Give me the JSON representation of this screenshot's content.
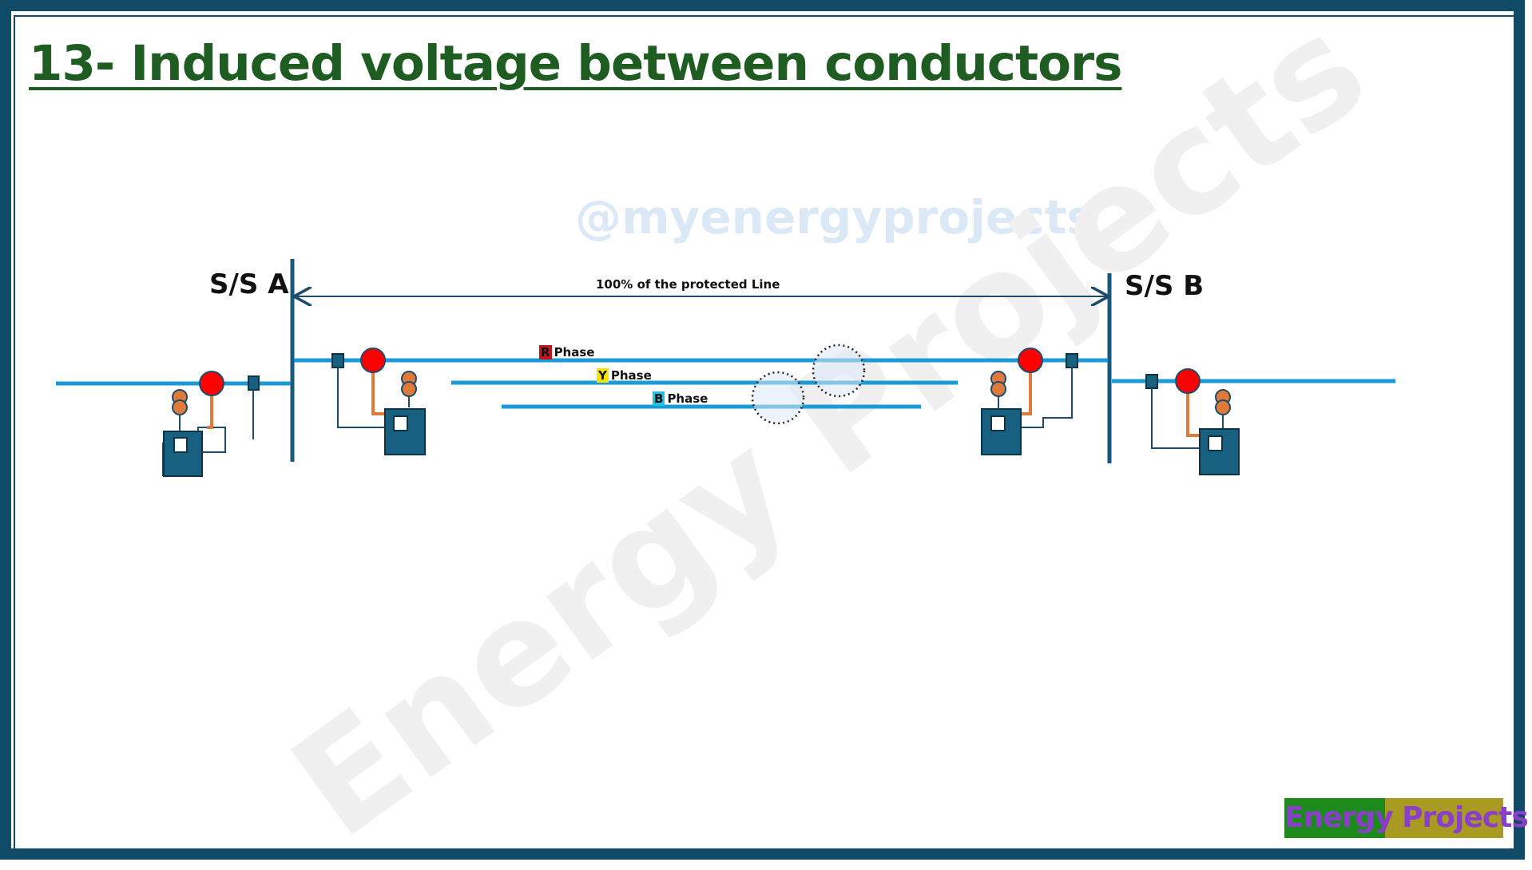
{
  "title": "13- Induced voltage between conductors",
  "watermark": {
    "handle": "@myenergyprojects",
    "text": "Energy Projects"
  },
  "logo": {
    "text": "Energy Projects"
  },
  "substations": {
    "a": "S/S A",
    "b": "S/S B"
  },
  "dimension_label": "100% of the protected Line",
  "phases": [
    {
      "tag": "R",
      "label": "Phase",
      "color": "#c0161c"
    },
    {
      "tag": "Y",
      "label": "Phase",
      "color": "#f2e400"
    },
    {
      "tag": "B",
      "label": "Phase",
      "color": "#1fc3e0"
    }
  ],
  "colors": {
    "frame": "#0f4a66",
    "line": "#1a9ad6",
    "bus": "#17587c",
    "breaker": "#ff0000",
    "ct": "#e07a3a",
    "relay": "#18607f",
    "title": "#1e5c22"
  }
}
